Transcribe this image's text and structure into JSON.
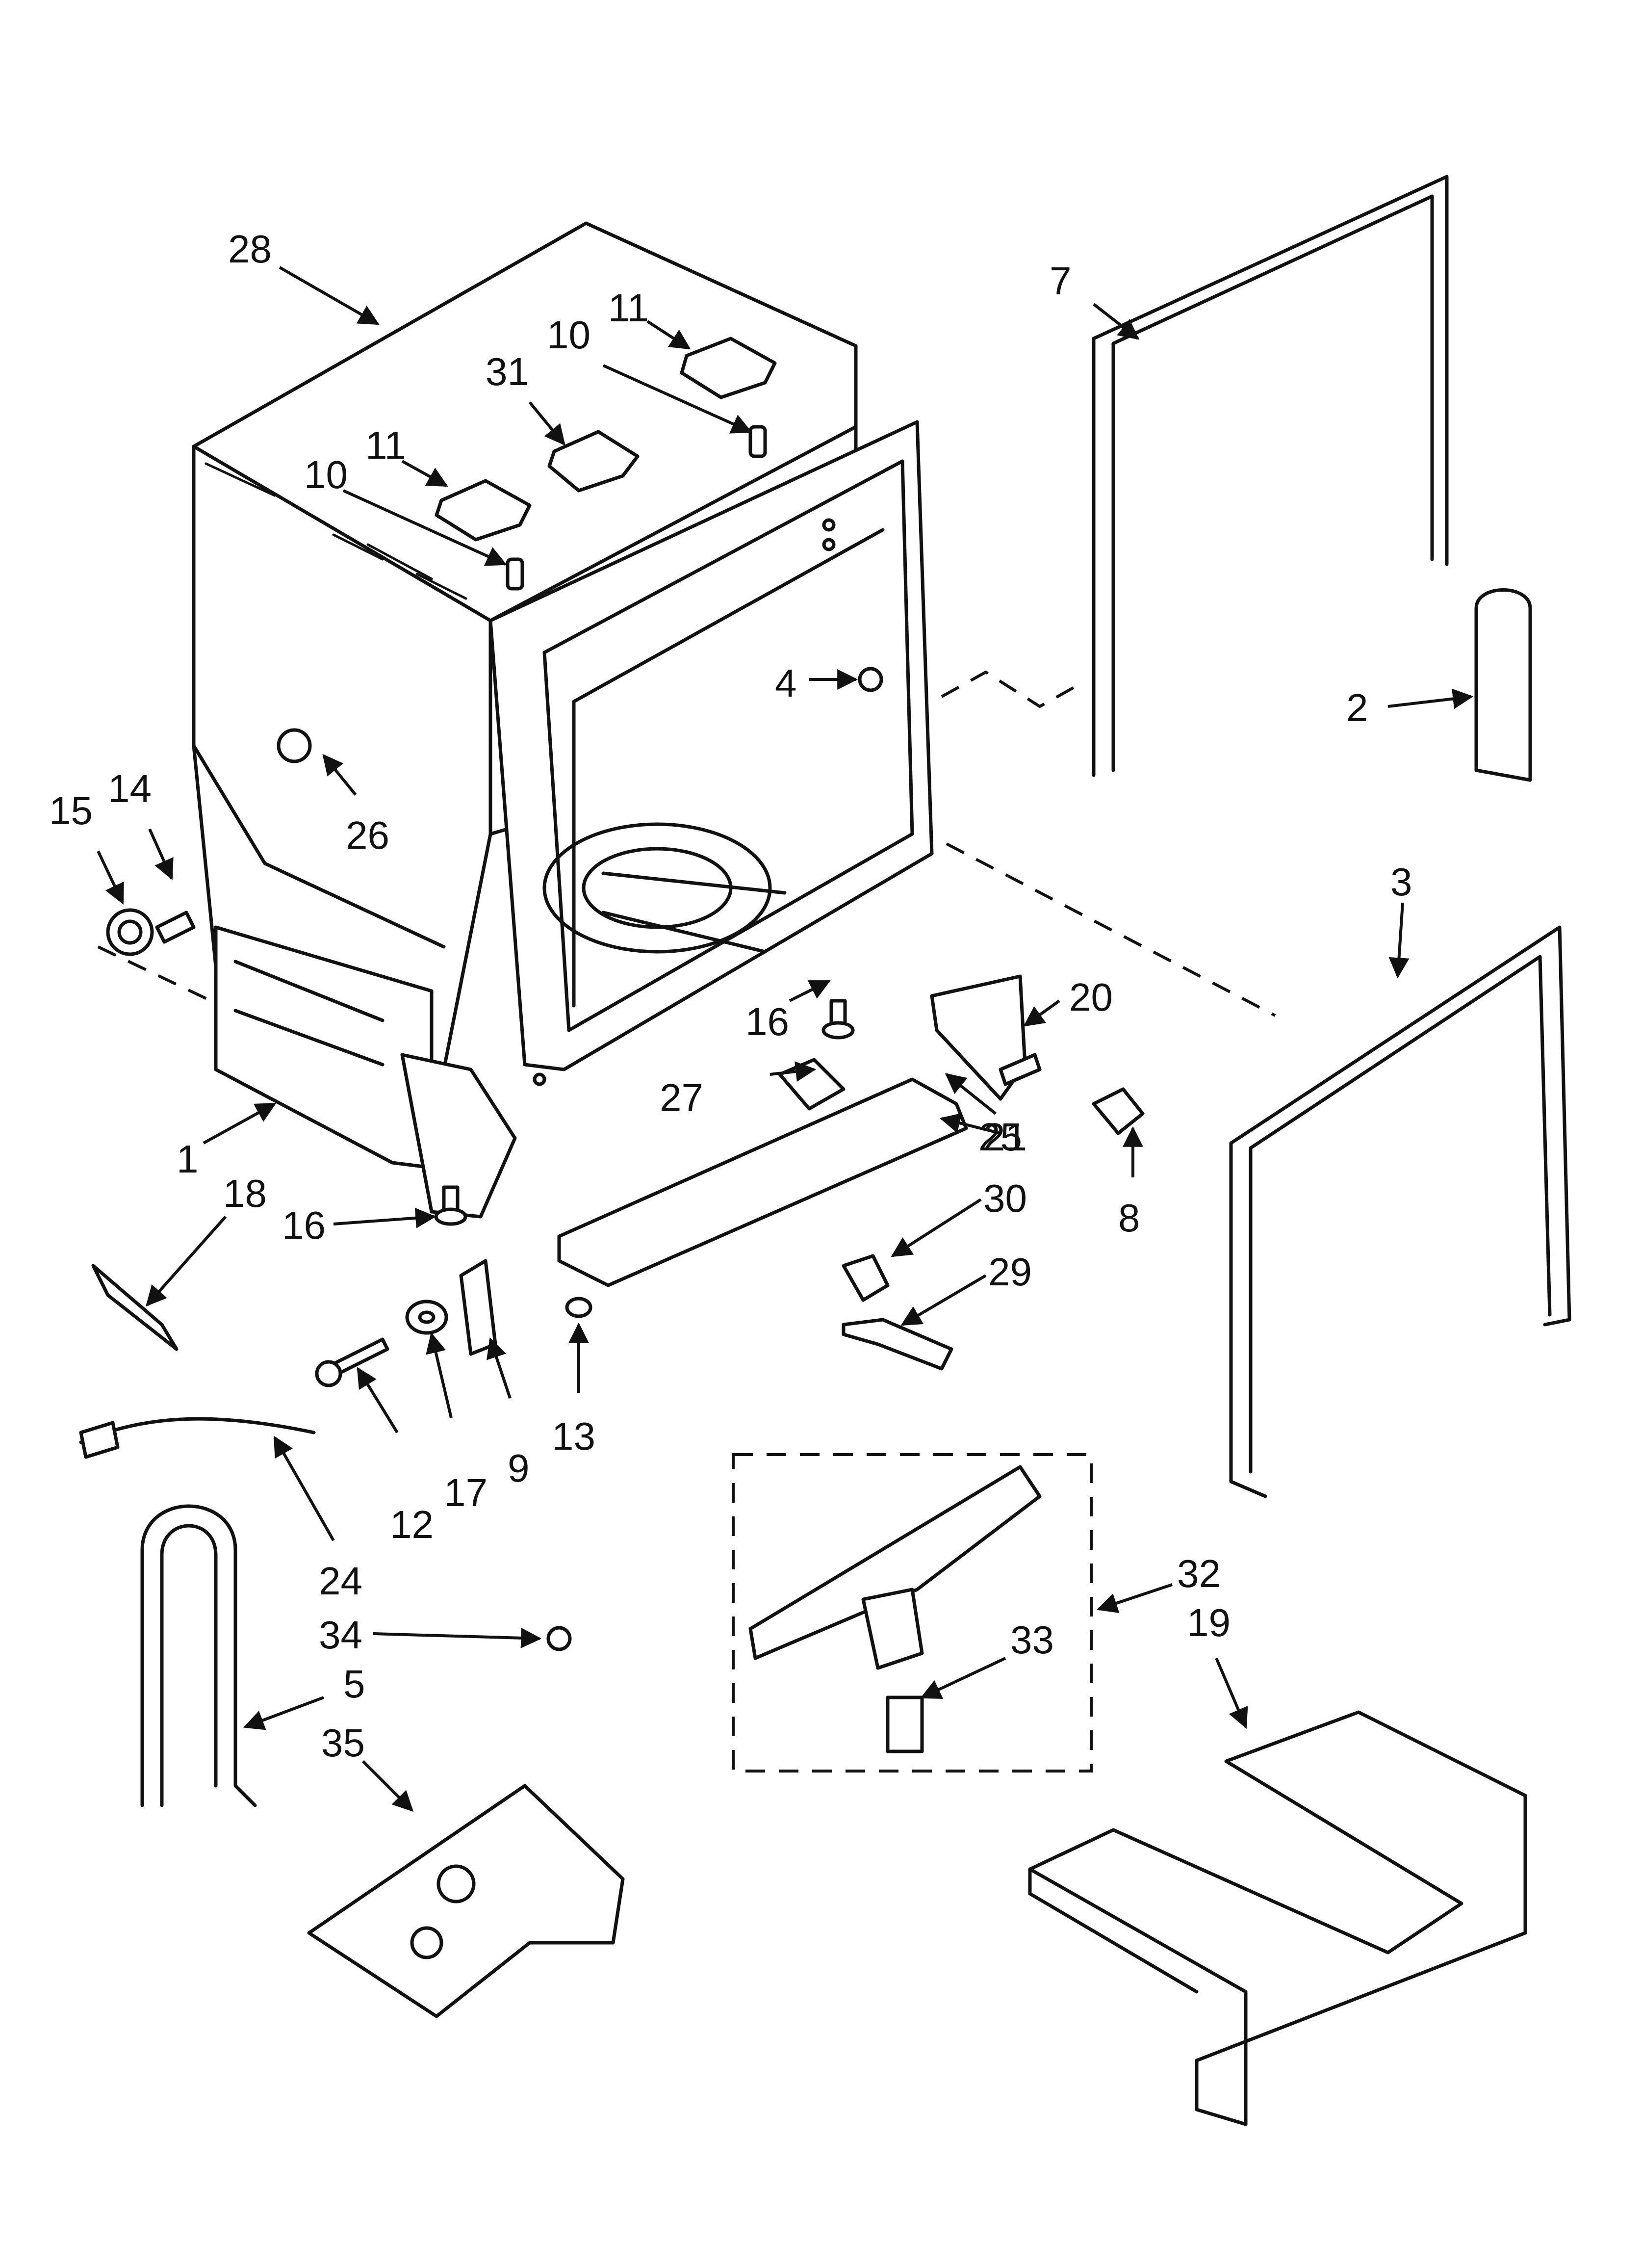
{
  "callouts": [
    "28",
    "11",
    "10",
    "31",
    "11",
    "10",
    "4",
    "26",
    "15",
    "14",
    "1",
    "16",
    "27",
    "21",
    "20",
    "25",
    "18",
    "16",
    "30",
    "29",
    "8",
    "17",
    "12",
    "9",
    "13",
    "24",
    "34",
    "5",
    "35",
    "32",
    "33",
    "19",
    "7",
    "2",
    "3"
  ],
  "colors": {
    "line": "#111111",
    "background": "#ffffff"
  }
}
